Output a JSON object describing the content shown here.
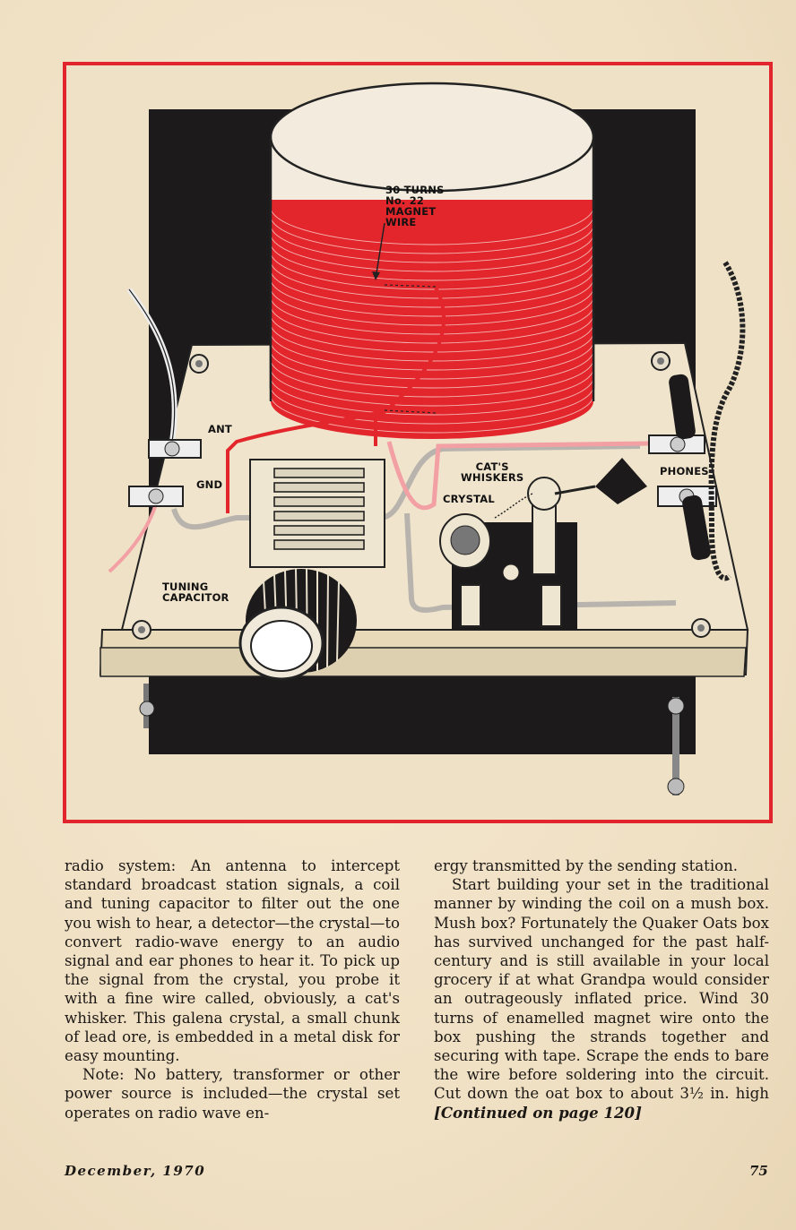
{
  "figure": {
    "labels": {
      "coil": "30 TURNS\nNo. 22\nMAGNET\nWIRE",
      "ant": "ANT",
      "gnd": "GND",
      "cats_whiskers": "CAT'S\nWHISKERS",
      "crystal": "CRYSTAL",
      "phones": "PHONES",
      "tuning_capacitor": "TUNING\nCAPACITOR"
    },
    "colors": {
      "frame": "#e2252c",
      "coil_red": "#e3262b",
      "wire_pink": "#f2a0a4",
      "wire_gray": "#b8b4ad",
      "board": "#f0e4cc",
      "background_block": "#1c1a1a"
    }
  },
  "article": {
    "left_column": {
      "para1": "radio system: An antenna to intercept standard broadcast station signals, a coil and tuning capacitor to filter out the one you wish to hear, a detector—the crystal—to convert radio-wave energy to an audio signal and ear phones to hear it. To pick up the signal from the crystal, you probe it with a fine wire called, obviously, a cat's whisker. This galena crystal, a small chunk of lead ore, is embedded in a metal disk for easy mounting.",
      "para2": "Note: No battery, transformer or other power source is included—the crystal set operates on radio wave en-"
    },
    "right_column": {
      "para1": "ergy transmitted by the sending station.",
      "para2_text": "Start building your set in the traditional manner by winding the coil on a mush box. Mush box? Fortunately the Quaker Oats box has survived unchanged for the past half-century and is still available in your local grocery if at what Grandpa would consider an outrageously inflated price. Wind 30 turns of enamelled magnet wire onto the box pushing the strands together and securing with tape. Scrape the ends to bare the wire before soldering into the circuit. Cut down the oat box to about 3½ in. high ",
      "continued": "[Continued on page 120]"
    }
  },
  "footer": {
    "date": "December, 1970",
    "page_number": "75"
  }
}
